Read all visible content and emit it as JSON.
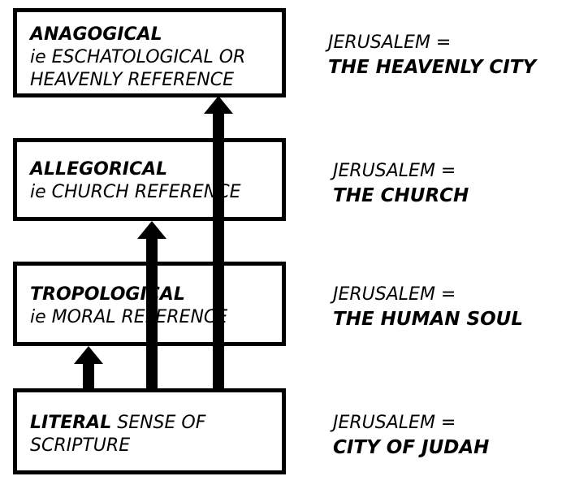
{
  "levels": [
    {
      "name": "ANAGOGICAL",
      "line1": "ie ESCHATOLOGICAL OR",
      "line2": "HEAVENLY REFERENCE",
      "eq": "JERUSALEM =",
      "meaning": "THE HEAVENLY CITY"
    },
    {
      "name": "ALLEGORICAL",
      "line1": "ie CHURCH REFERENCE",
      "line2": "",
      "eq": "JERUSALEM =",
      "meaning": "THE CHURCH"
    },
    {
      "name": "TROPOLOGICAL",
      "line1": "ie MORAL REFERENCE",
      "line2": "",
      "eq": "JERUSALEM =",
      "meaning": "THE HUMAN SOUL"
    },
    {
      "name": "LITERAL",
      "line1": " SENSE OF",
      "line2": "SCRIPTURE",
      "eq": "JERUSALEM =",
      "meaning": "CITY OF JUDAH"
    }
  ]
}
